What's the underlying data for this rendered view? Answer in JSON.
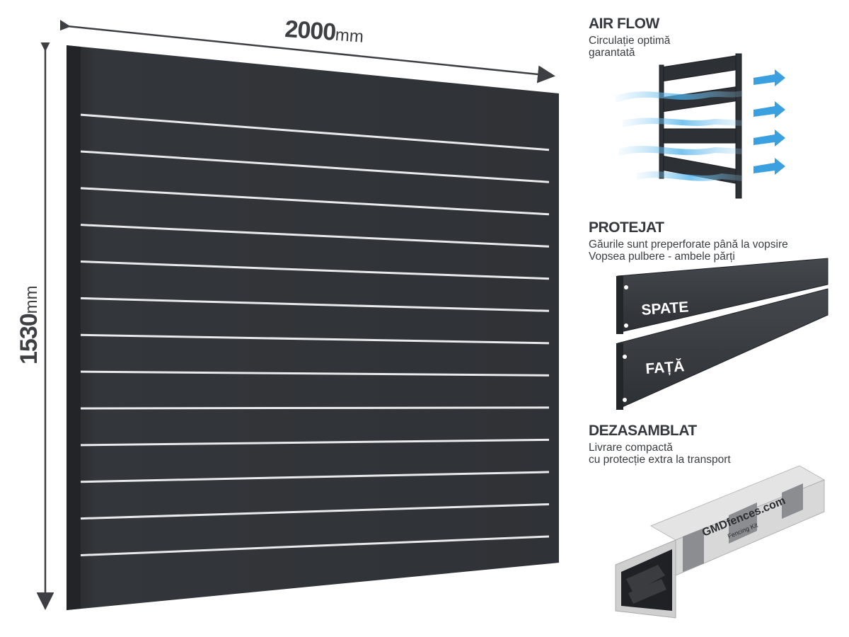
{
  "dimensions": {
    "width": {
      "value": "2000",
      "unit": "mm"
    },
    "height": {
      "value": "1530",
      "unit": "mm"
    }
  },
  "colors": {
    "panel": "#2f3236",
    "slat_gap": "#e8eaec",
    "dim_text": "#3d3f42",
    "air_arrow": "#3ba0e0"
  },
  "features": [
    {
      "title": "AIR FLOW",
      "lines": [
        "Circulație optimă",
        "garantată"
      ]
    },
    {
      "title": "PROTEJAT",
      "lines": [
        "Găurile sunt preperforate până la vopsire",
        "Vopsea pulbere - ambele părți"
      ]
    },
    {
      "title": "DEZASAMBLAT",
      "lines": [
        "Livrare compactă",
        "cu protecție extra la transport"
      ]
    }
  ],
  "slat_labels": {
    "back": "SPATE",
    "front": "FAȚĂ"
  },
  "package_text": {
    "brand": "GMDfences.com",
    "subtitle": "Fencing Kit"
  },
  "slat_gap_count": 13
}
